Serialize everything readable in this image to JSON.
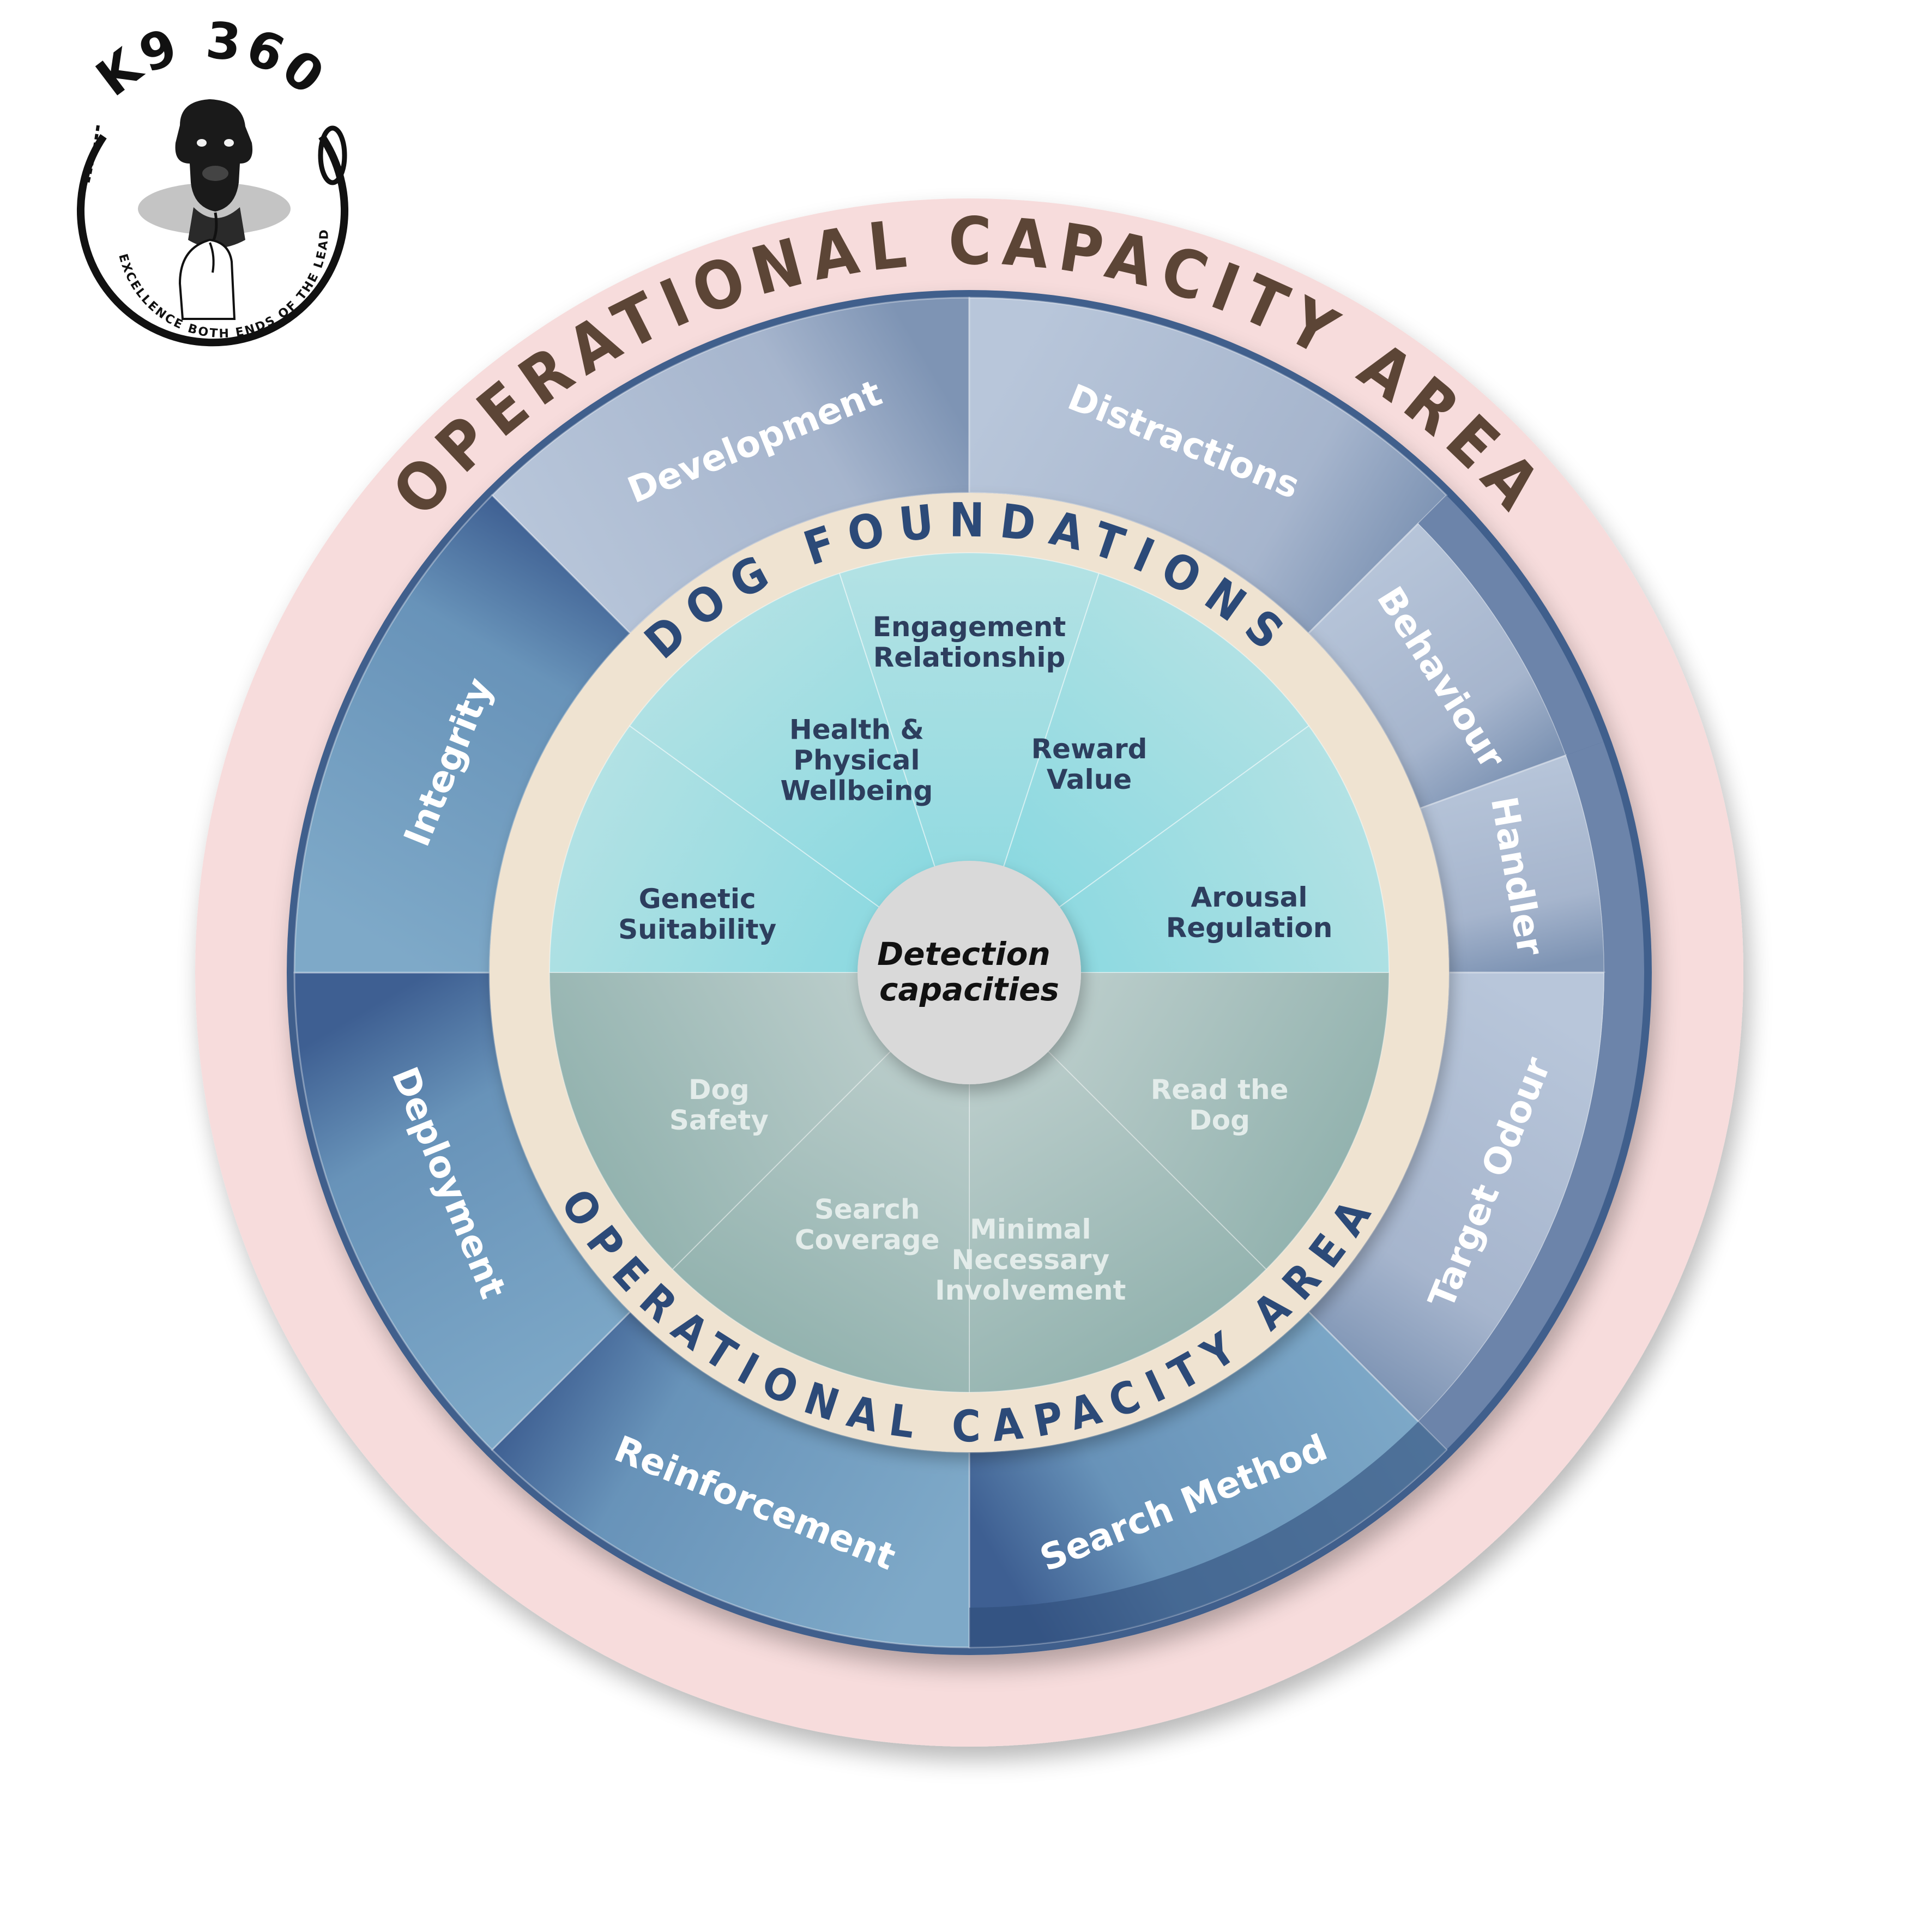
{
  "logo": {
    "brand": "K9 360",
    "tagline": "EXCELLENCE BOTH ENDS OF THE LEAD",
    "dog_icon": "labrador-dog-icon",
    "lead_icon": "dog-lead-icon"
  },
  "outer_title": "OPERATIONAL CAPACITY AREA",
  "foundations_title": "DOG FOUNDATIONS",
  "inner_operational_title": "OPERATIONAL CAPACITY AREA",
  "center_lines": [
    "Detection",
    "capacities"
  ],
  "outer_segments": [
    {
      "label": "Development"
    },
    {
      "label": "Distractions"
    },
    {
      "label": "Behaviour"
    },
    {
      "label": "Handler"
    },
    {
      "label": "Target Odour"
    },
    {
      "label": "Search Method"
    },
    {
      "label": "Reinforcement"
    },
    {
      "label": "Deployment"
    },
    {
      "label": "Integrity"
    }
  ],
  "foundation_segments": [
    {
      "lines": [
        "Genetic",
        "Suitability"
      ]
    },
    {
      "lines": [
        "Health &",
        "Physical",
        "Wellbeing"
      ]
    },
    {
      "lines": [
        "Engagement",
        "Relationship"
      ]
    },
    {
      "lines": [
        "Reward",
        "Value"
      ]
    },
    {
      "lines": [
        "Arousal",
        "Regulation"
      ]
    }
  ],
  "operational_segments": [
    {
      "lines": [
        "Read the",
        "Dog"
      ]
    },
    {
      "lines": [
        "Minimal",
        "Necessary",
        "Involvement"
      ]
    },
    {
      "lines": [
        "Search",
        "Coverage"
      ]
    },
    {
      "lines": [
        "Dog",
        "Safety"
      ]
    }
  ],
  "colors": {
    "outer_ring": "#f7dcdc",
    "title_brown": "#5c4536",
    "beige_ring": "#efe3d1",
    "navy_text": "#2d3e5e",
    "teal_top": "#a4dfe3",
    "sage_bottom": "#a8c3c0",
    "center_disc": "#d9d9d9"
  }
}
